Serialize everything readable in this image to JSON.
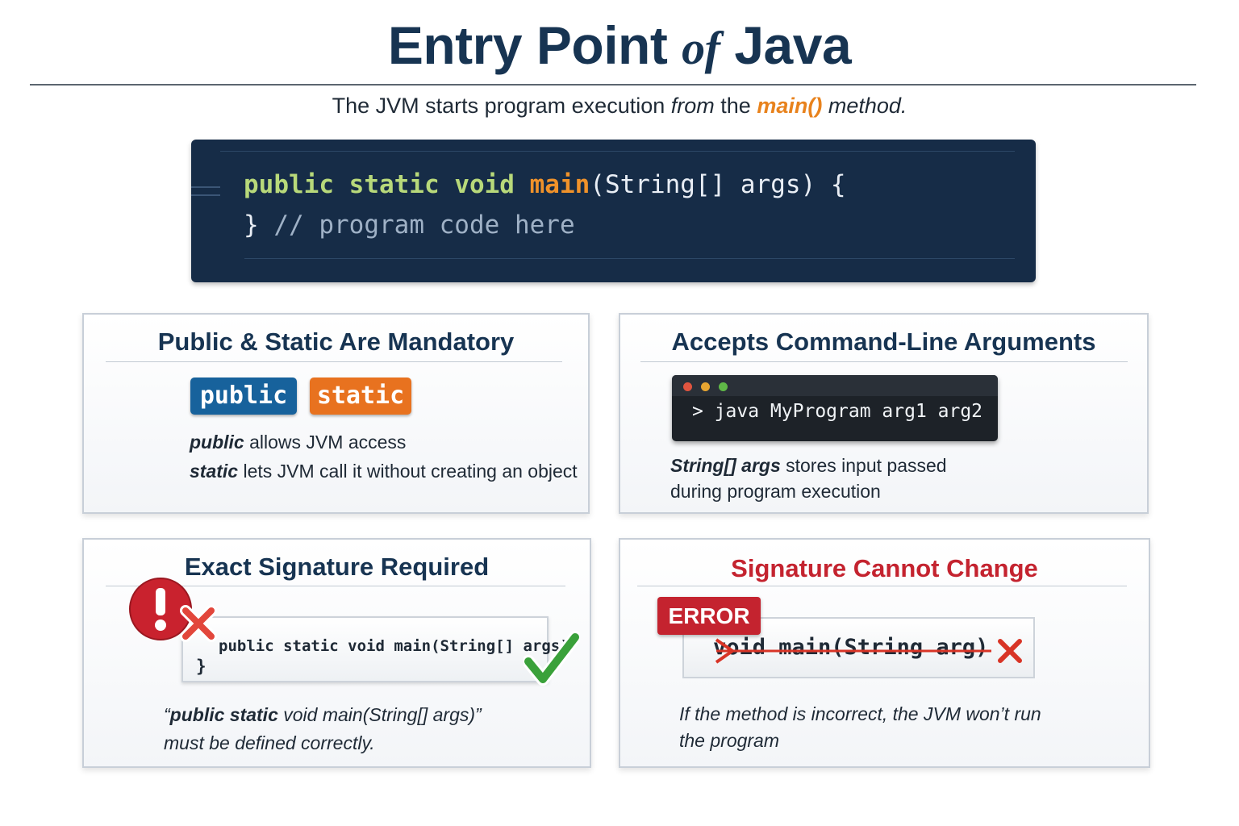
{
  "header": {
    "title_part1": "Entry Point",
    "title_of": "of",
    "title_part2": "Java",
    "subtitle_before": "The JVM starts program execution",
    "subtitle_from": "from",
    "subtitle_the": "the",
    "subtitle_main": "main()",
    "subtitle_after": "method."
  },
  "code": {
    "line1_public": "public",
    "line1_static": "static",
    "line1_void": "void",
    "line1_main": "main",
    "line1_rest": "(String[] args) {",
    "line2_brace": "}",
    "line2_comment": "// program code here"
  },
  "cards": {
    "mandatory": {
      "title": "Public & Static Are Mandatory",
      "pill_public": "public",
      "pill_static": "static",
      "line1_bold": "public",
      "line1_rest": "allows JVM access",
      "line2_bold": "static",
      "line2_rest": "lets JVM call it without creating an object"
    },
    "arguments": {
      "title": "Accepts Command-Line Arguments",
      "command": "> java MyProgram arg1 arg2",
      "desc_bold": "String[] args",
      "desc_rest": "stores input passed",
      "desc_line2": "during program execution"
    },
    "signature": {
      "title": "Exact Signature Required",
      "code_line1": "public static void main(String[] args)",
      "code_line2": "}",
      "desc_open": "“",
      "desc_bold": "public static",
      "desc_rest": "void main(String[] args)”",
      "desc_line2": "must be defined correctly."
    },
    "cannot_change": {
      "title": "Signature Cannot Change",
      "badge": "ERROR",
      "wrong_code": "void main(String arg)",
      "desc_line1": "If the method is incorrect, the JVM won’t run",
      "desc_line2": "the program"
    }
  },
  "colors": {
    "navy": "#173452",
    "code_bg": "#162c47",
    "keyword_green": "#b8d97a",
    "keyword_orange": "#f0922a",
    "error_red": "#c4232f",
    "check_green": "#3aa13a"
  },
  "icons": [
    "exclamation-icon",
    "cross-icon",
    "checkmark-icon",
    "strike-arrow-icon",
    "traffic-light-dots-icon"
  ]
}
